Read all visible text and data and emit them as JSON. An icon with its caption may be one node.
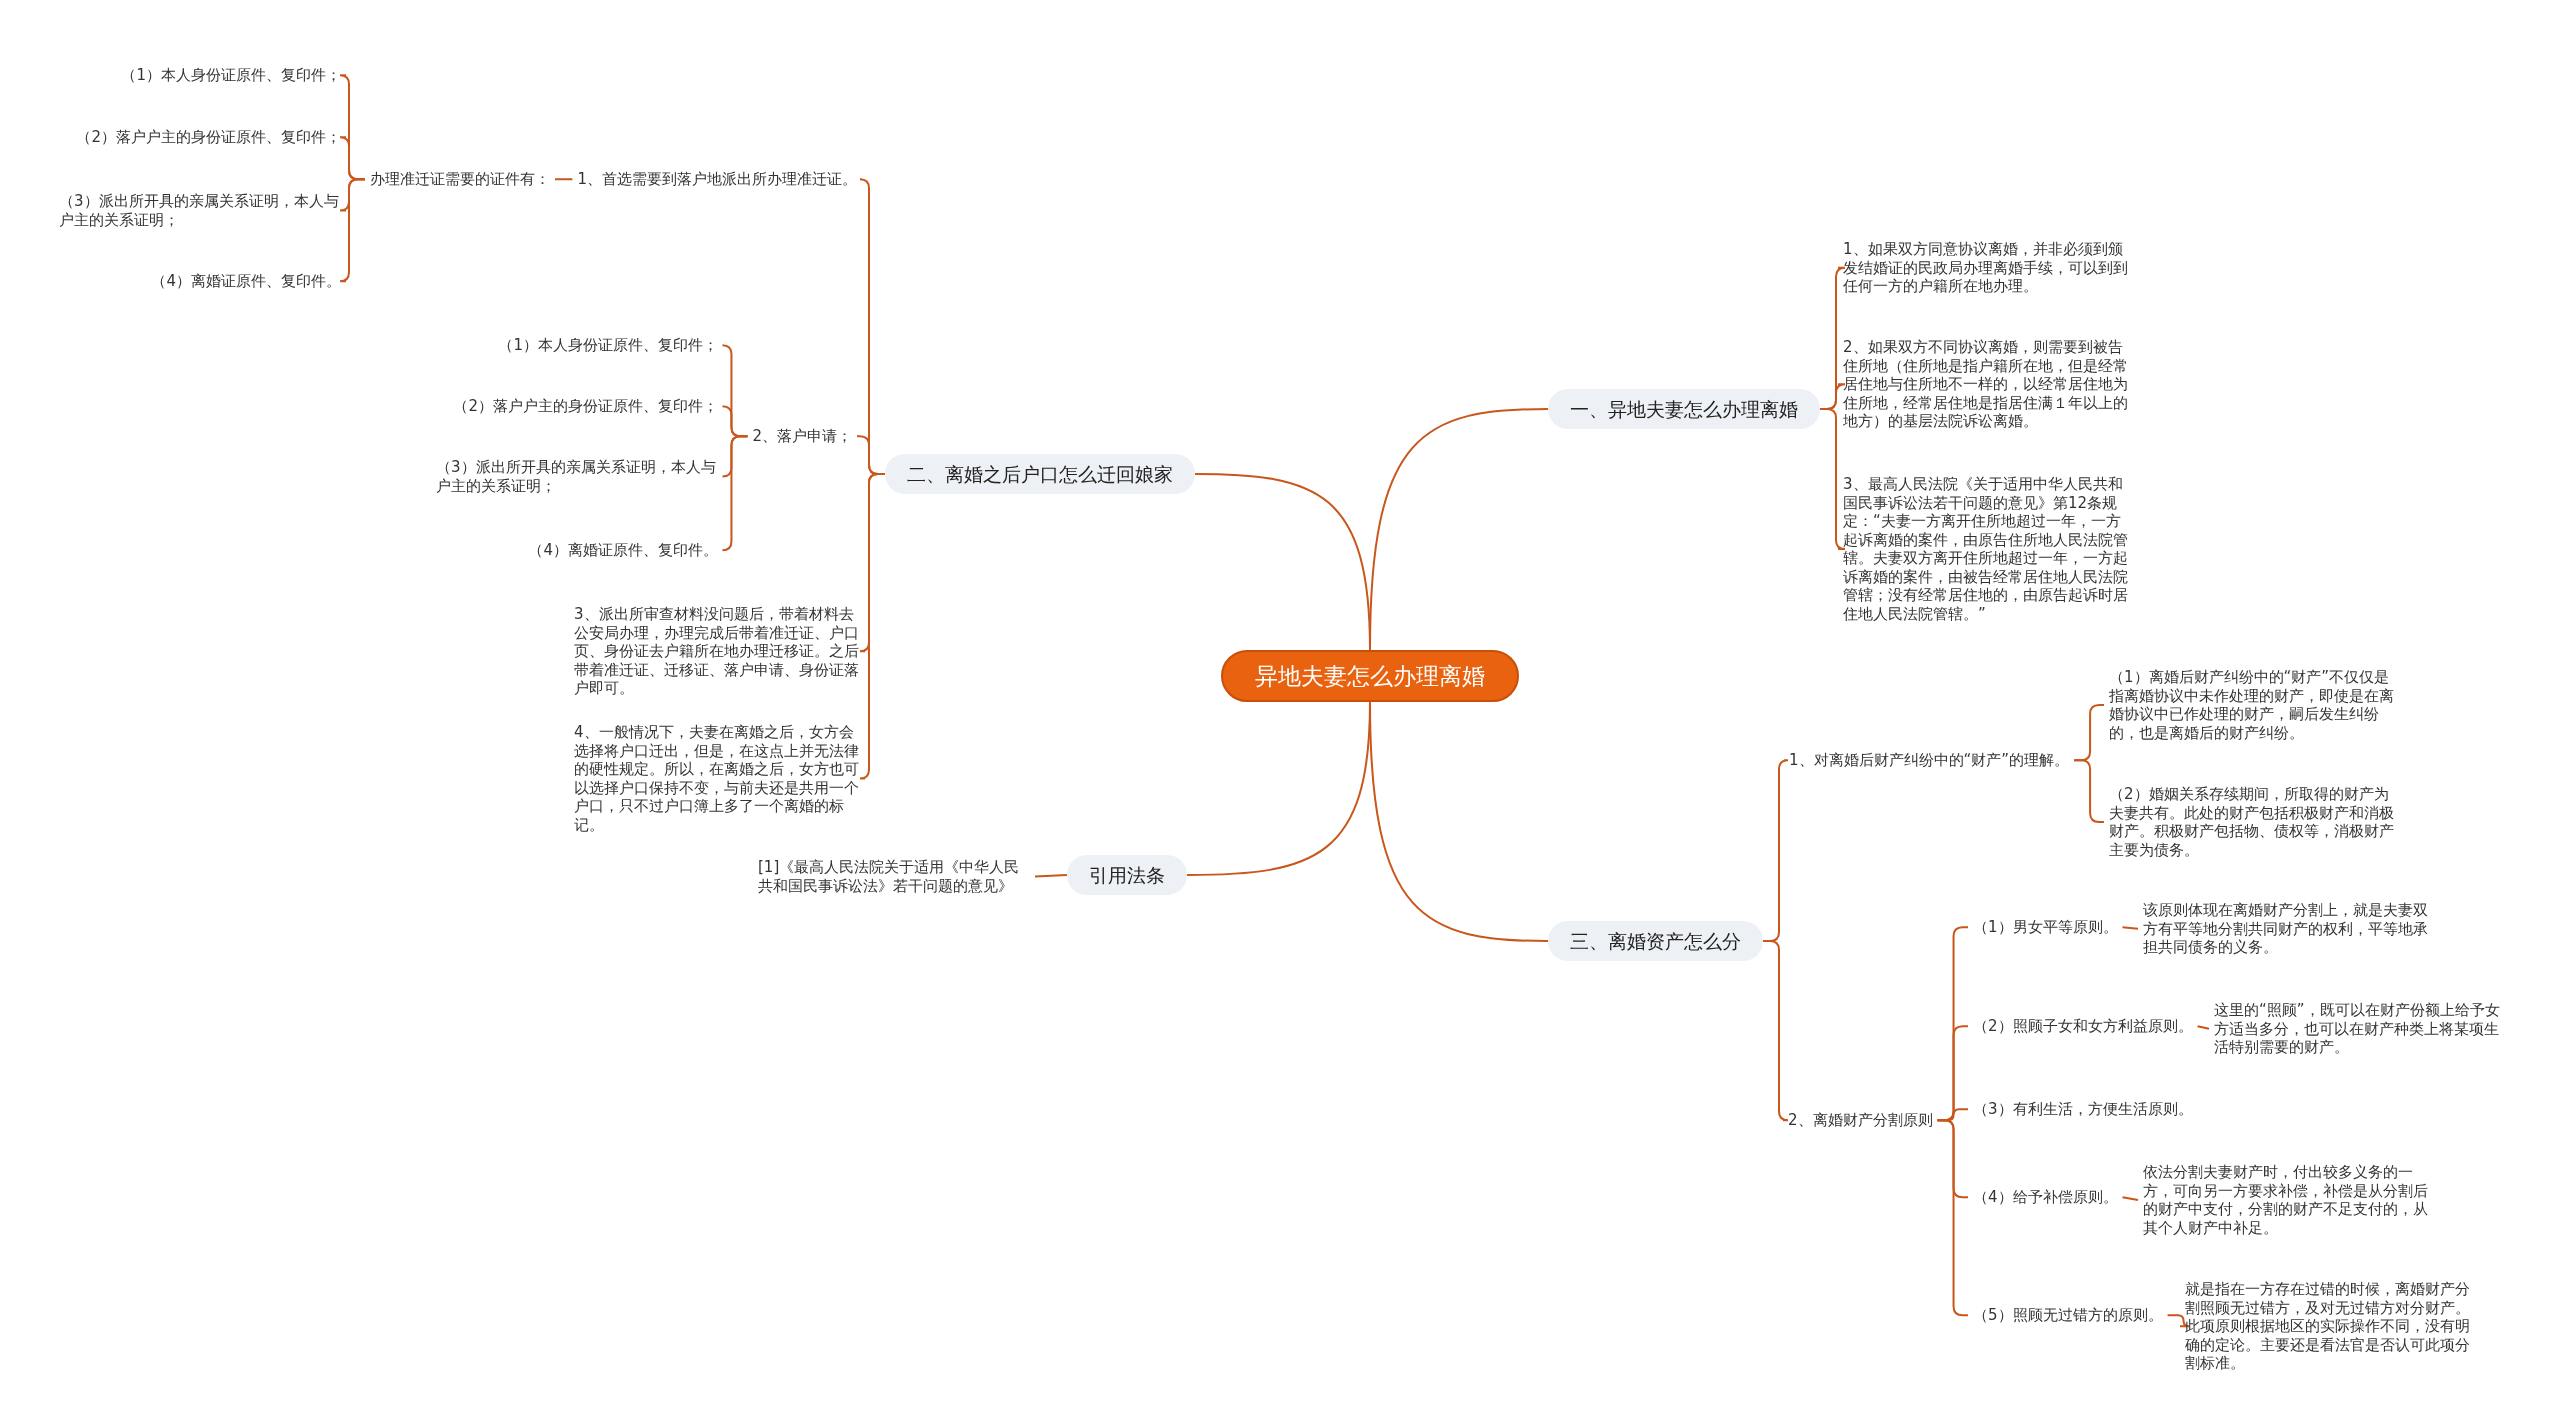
{
  "diagram": {
    "nodes": [
      {
        "text": [
          "异地夫妻怎么办理离婚"
        ]
      },
      {
        "text": [
          "一、异地夫妻怎么办理离婚"
        ]
      },
      {
        "text": [
          "1、如果双方同意协议离婚，并非必须到颁发结婚证的民政局办理离婚手续，可以到到任何一方的户籍所在地办理。"
        ]
      },
      {
        "text": [
          "2、如果双方不同协议离婚，则需要到被告住所地（住所地是指户籍所在地，但是经常居住地与住所地不一样的，以经常居住地为住所地，经常居住地是指居住满１年以上的地方）的基层法院诉讼离婚。"
        ]
      },
      {
        "text": [
          "3、最高人民法院《关于适用中华人民共和国民事诉讼法若干问题的意见》第12条规定：“夫妻一方离开住所地超过一年，一方起诉离婚的案件，由原告住所地人民法院管辖。夫妻双方离开住所地超过一年，一方起诉离婚的案件，由被告经常居住地人民法院管辖；没有经常居住地的，由原告起诉时居住地人民法院管辖。”"
        ]
      },
      {
        "text": [
          "二、离婚之后户口怎么迁回娘家"
        ]
      },
      {
        "text": [
          "1、首选需要到落户地派出所办理准迁证。"
        ]
      },
      {
        "text": [
          "办理准迁证需要的证件有："
        ]
      },
      {
        "text": [
          "（1）本人身份证原件、复印件；"
        ]
      },
      {
        "text": [
          "（2）落户户主的身份证原件、复印件；"
        ]
      },
      {
        "text": [
          "（3）派出所开具的亲属关系证明，本人与户主的关系证明；"
        ]
      },
      {
        "text": [
          "（4）离婚证原件、复印件。"
        ]
      },
      {
        "text": [
          "2、落户申请；"
        ]
      },
      {
        "text": [
          "（1）本人身份证原件、复印件；"
        ]
      },
      {
        "text": [
          "（2）落户户主的身份证原件、复印件；"
        ]
      },
      {
        "text": [
          "（3）派出所开具的亲属关系证明，本人与户主的关系证明；"
        ]
      },
      {
        "text": [
          "（4）离婚证原件、复印件。"
        ]
      },
      {
        "text": [
          "3、派出所审查材料没问题后，带着材料去公安局办理，办理完成后带着准迁证、户口页、身份证去户籍所在地办理迁移证。之后带着准迁证、迁移证、落户申请、身份证落户即可。"
        ]
      },
      {
        "text": [
          "4、一般情况下，夫妻在离婚之后，女方会选择将户口迁出，但是，在这点上并无法律的硬性规定。所以，在离婚之后，女方也可以选择户口保持不变，与前夫还是共用一个户口，只不过户口簿上多了一个离婚的标记。"
        ]
      },
      {
        "text": [
          "引用法条"
        ]
      },
      {
        "text": [
          "[1]《最高人民法院关于适用《中华人民共和国民事诉讼法》若干问题的意见》"
        ]
      },
      {
        "text": [
          "三、离婚资产怎么分"
        ]
      },
      {
        "text": [
          "1、对离婚后财产纠纷中的“财产”的理解。"
        ]
      },
      {
        "text": [
          "（1）离婚后财产纠纷中的“财产”不仅仅是指离婚协议中未作处理的财产，即使是在离婚协议中已作处理的财产，嗣后发生纠纷的，也是离婚后的财产纠纷。"
        ]
      },
      {
        "text": [
          "（2）婚姻关系存续期间，所取得的财产为夫妻共有。此处的财产包括积极财产和消极财产。积极财产包括物、债权等，消极财产主要为债务。"
        ]
      },
      {
        "text": [
          "2、离婚财产分割原则"
        ]
      },
      {
        "text": [
          "（1）男女平等原则。"
        ]
      },
      {
        "text": [
          "该原则体现在离婚财产分割上，就是夫妻双方有平等地分割共同财产的权利，平等地承担共同债务的义务。"
        ]
      },
      {
        "text": [
          "（2）照顾子女和女方利益原则。"
        ]
      },
      {
        "text": [
          "这里的“照顾”，既可以在财产份额上给予女方适当多分，也可以在财产种类上将某项生活特别需要的财产。"
        ]
      },
      {
        "text": [
          "（3）有利生活，方便生活原则。"
        ]
      },
      {
        "text": [
          "（4）给予补偿原则。"
        ]
      },
      {
        "text": [
          "依法分割夫妻财产时，付出较多义务的一方，可向另一方要求补偿，补偿是从分割后的财产中支付，分割的财产不足支付的，从其个人财产中补足。"
        ]
      },
      {
        "text": [
          "（5）照顾无过错方的原则。"
        ]
      },
      {
        "text": [
          "就是指在一方存在过错的时候，离婚财产分割照顾无过错方，及对无过错方对分财产。此项原则根据地区的实际操作不同，没有明确的定论。主要还是看法官是否认可此项分割标准。"
        ]
      }
    ],
    "edges": [
      {
        "from": 0,
        "to": 1,
        "arrow": "none"
      },
      {
        "from": 1,
        "to": 2,
        "arrow": "none"
      },
      {
        "from": 1,
        "to": 3,
        "arrow": "none"
      },
      {
        "from": 1,
        "to": 4,
        "arrow": "none"
      },
      {
        "from": 0,
        "to": 5,
        "arrow": "none"
      },
      {
        "from": 5,
        "to": 6,
        "arrow": "none"
      },
      {
        "from": 6,
        "to": 7,
        "arrow": "none"
      },
      {
        "from": 7,
        "to": 8,
        "arrow": "none"
      },
      {
        "from": 7,
        "to": 9,
        "arrow": "none"
      },
      {
        "from": 7,
        "to": 10,
        "arrow": "none"
      },
      {
        "from": 7,
        "to": 11,
        "arrow": "none"
      },
      {
        "from": 5,
        "to": 12,
        "arrow": "none"
      },
      {
        "from": 12,
        "to": 13,
        "arrow": "none"
      },
      {
        "from": 12,
        "to": 14,
        "arrow": "none"
      },
      {
        "from": 12,
        "to": 15,
        "arrow": "none"
      },
      {
        "from": 12,
        "to": 16,
        "arrow": "none"
      },
      {
        "from": 5,
        "to": 17,
        "arrow": "none"
      },
      {
        "from": 5,
        "to": 18,
        "arrow": "none"
      },
      {
        "from": 0,
        "to": 19,
        "arrow": "none"
      },
      {
        "from": 19,
        "to": 20,
        "arrow": "none"
      },
      {
        "from": 0,
        "to": 21,
        "arrow": "none"
      },
      {
        "from": 21,
        "to": 22,
        "arrow": "none"
      },
      {
        "from": 22,
        "to": 23,
        "arrow": "none"
      },
      {
        "from": 22,
        "to": 24,
        "arrow": "none"
      },
      {
        "from": 21,
        "to": 25,
        "arrow": "none"
      },
      {
        "from": 25,
        "to": 26,
        "arrow": "none"
      },
      {
        "from": 26,
        "to": 27,
        "arrow": "none"
      },
      {
        "from": 25,
        "to": 28,
        "arrow": "none"
      },
      {
        "from": 28,
        "to": 29,
        "arrow": "none"
      },
      {
        "from": 25,
        "to": 30,
        "arrow": "none"
      },
      {
        "from": 25,
        "to": 31,
        "arrow": "none"
      },
      {
        "from": 31,
        "to": 32,
        "arrow": "none"
      },
      {
        "from": 25,
        "to": 33,
        "arrow": "none"
      },
      {
        "from": 33,
        "to": 34,
        "arrow": "none"
      }
    ]
  }
}
